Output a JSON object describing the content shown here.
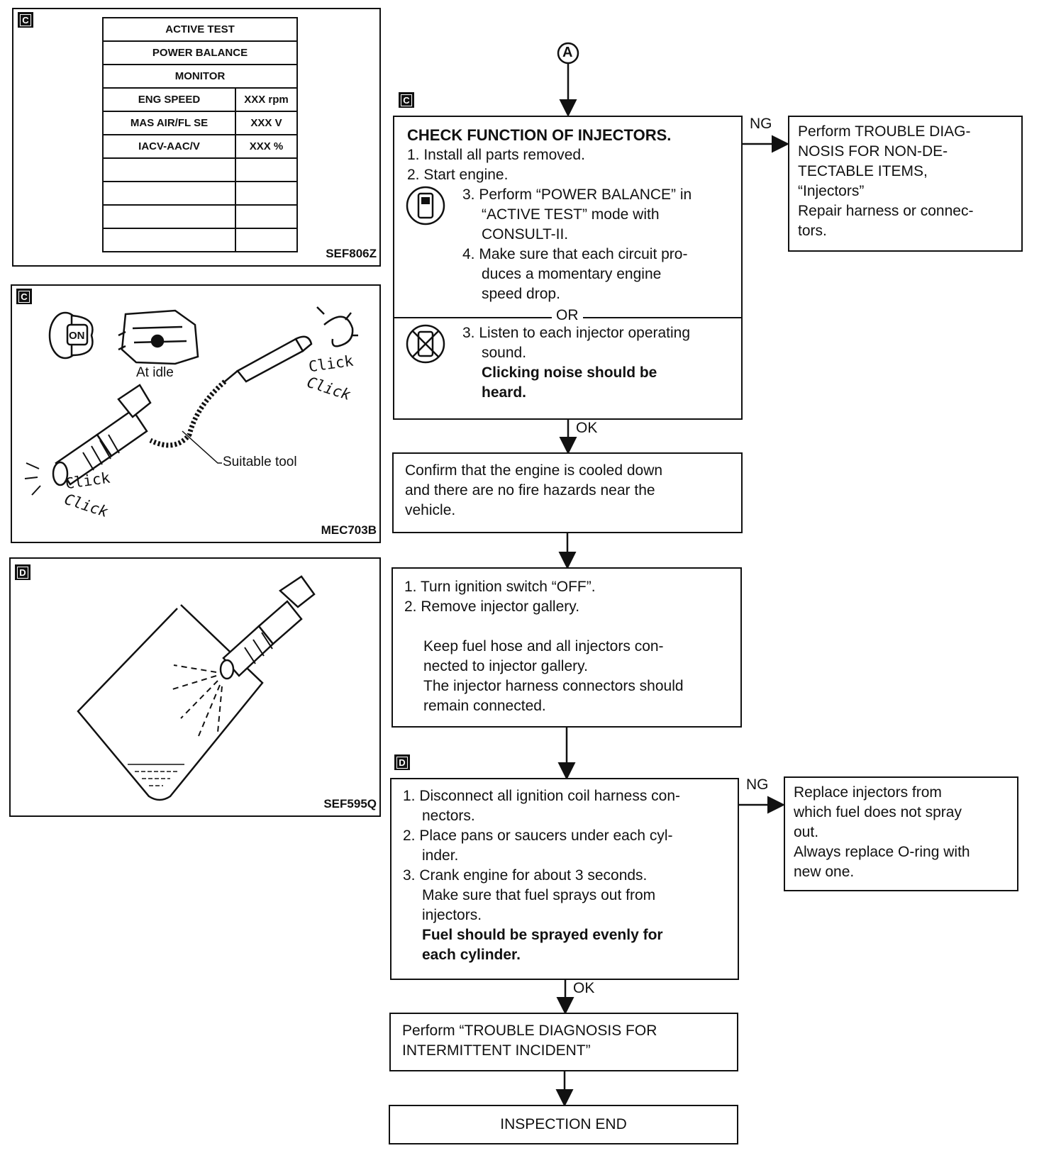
{
  "left_panels": {
    "monitor": {
      "tag": "C",
      "code": "SEF806Z",
      "header_rows": [
        "ACTIVE TEST",
        "POWER BALANCE",
        "MONITOR"
      ],
      "rows": [
        {
          "item": "ENG SPEED",
          "value": "XXX rpm"
        },
        {
          "item": "MAS AIR/FL SE",
          "value": "XXX V"
        },
        {
          "item": "IACV-AAC/V",
          "value": "XXX %"
        },
        {
          "item": "",
          "value": ""
        },
        {
          "item": "",
          "value": ""
        },
        {
          "item": "",
          "value": ""
        },
        {
          "item": "",
          "value": ""
        }
      ]
    },
    "listen": {
      "tag": "C",
      "code": "MEC703B",
      "key_label": "ON",
      "idle_label": "At idle",
      "tool_label": "Suitable tool",
      "click_upper_1": "Click",
      "click_upper_2": "Click",
      "click_lower_1": "Click",
      "click_lower_2": "Click"
    },
    "spray": {
      "tag": "D",
      "code": "SEF595Q"
    }
  },
  "flow": {
    "connector": "A",
    "step1": {
      "tag": "C",
      "title": "CHECK FUNCTION OF INJECTORS.",
      "line1": "1. Install all parts removed.",
      "line2": "2. Start engine.",
      "consult_3a": "3. Perform “POWER BALANCE” in",
      "consult_3b": "“ACTIVE TEST” mode with",
      "consult_3c": "CONSULT-II.",
      "consult_4a": "4. Make sure that each circuit pro-",
      "consult_4b": "duces a momentary engine",
      "consult_4c": "speed drop.",
      "or": "OR",
      "noconsult_3a": "3. Listen to each injector operating",
      "noconsult_3b": "sound.",
      "noconsult_bold_a": "Clicking noise should be",
      "noconsult_bold_b": "heard."
    },
    "ng1": "NG",
    "ng1_result": [
      "Perform TROUBLE DIAG-",
      "NOSIS FOR NON-DE-",
      "TECTABLE ITEMS,",
      "“Injectors”",
      "Repair harness or connec-",
      "tors."
    ],
    "ok1": "OK",
    "step2": [
      "Confirm that the engine is cooled down",
      "and there are no fire hazards near the",
      "vehicle."
    ],
    "step3": {
      "line1": "1. Turn ignition switch “OFF”.",
      "line2": "2. Remove injector gallery.",
      "note1": "Keep fuel hose and all injectors con-",
      "note2": "nected to injector gallery.",
      "note3": "The injector harness connectors should",
      "note4": "remain connected."
    },
    "step4": {
      "tag": "D",
      "l1a": "1. Disconnect all ignition coil harness con-",
      "l1b": "nectors.",
      "l2a": "2. Place pans or saucers under each cyl-",
      "l2b": "inder.",
      "l3a": "3. Crank engine for about 3 seconds.",
      "l3b": "Make sure that fuel sprays out from",
      "l3c": "injectors.",
      "bold1": "Fuel should be sprayed evenly for",
      "bold2": "each cylinder."
    },
    "ng2": "NG",
    "ng2_result": [
      "Replace injectors from",
      "which fuel does not spray",
      "out.",
      "Always replace O-ring with",
      "new one."
    ],
    "ok2": "OK",
    "step5": [
      "Perform “TROUBLE DIAGNOSIS FOR",
      "INTERMITTENT INCIDENT”"
    ],
    "end": "INSPECTION END"
  }
}
